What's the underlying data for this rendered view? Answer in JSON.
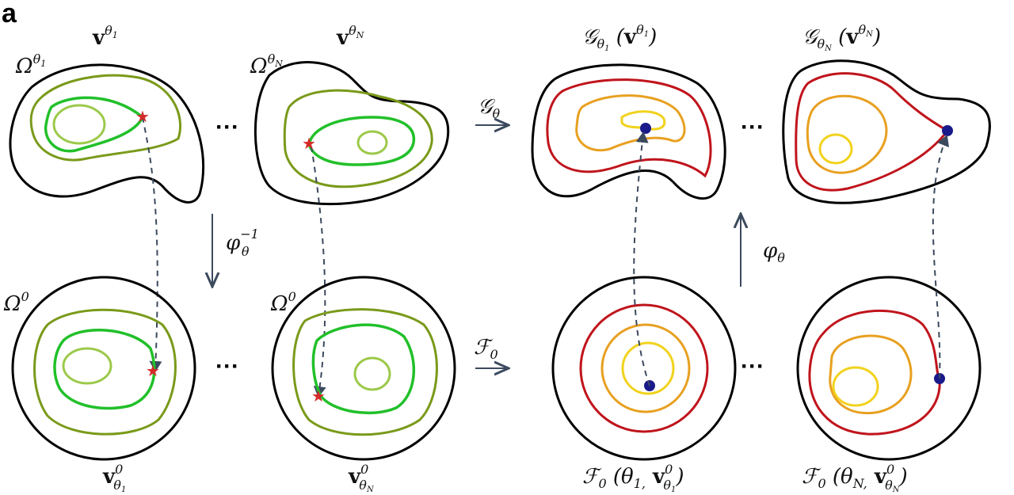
{
  "panel_label": "a",
  "colors": {
    "outline": "#000000",
    "green_outer": "#7a9a1a",
    "green_mid": "#22c02a",
    "green_inner": "#9cc94a",
    "red": "#c0141c",
    "orange": "#e8a020",
    "yellow": "#f2d21c",
    "star": "#d42a2a",
    "dot": "#1a1a8a",
    "arrow": "#3c4a5e"
  },
  "ellipsis": "···",
  "top_left": {
    "v_base": "v",
    "v_sup": "θ",
    "v_sup_sub": "1",
    "omega_base": "Ω",
    "omega_sup": "θ",
    "omega_sup_sub": "1"
  },
  "top_second": {
    "v_base": "v",
    "v_sup": "θ",
    "v_sup_sub": "N",
    "omega_base": "Ω",
    "omega_sup": "θ",
    "omega_sup_sub": "N"
  },
  "bottom_left": {
    "omega_base": "Ω",
    "omega_sup": "0",
    "v_base": "v",
    "v_sup": "0",
    "v_sub": "θ",
    "v_sub_sub": "1"
  },
  "bottom_second": {
    "omega_base": "Ω",
    "omega_sup": "0",
    "v_base": "v",
    "v_sup": "0",
    "v_sub": "θ",
    "v_sub_sub": "N"
  },
  "arrows": {
    "G": {
      "base": "𝒢",
      "sub": "θ"
    },
    "phi_inv": {
      "base": "φ",
      "sub": "θ",
      "sup": "−1"
    },
    "F": {
      "base": "ℱ",
      "sub": "0"
    },
    "phi": {
      "base": "φ",
      "sub": "θ"
    }
  },
  "top_right_1": {
    "G": "𝒢",
    "G_sub": "θ",
    "G_sub_sub": "1",
    "open": " (",
    "v": "v",
    "sup": "θ",
    "sup_sub": "1",
    "close": ")"
  },
  "top_right_2": {
    "G": "𝒢",
    "G_sub": "θ",
    "G_sub_sub": "N",
    "open": " (",
    "v": "v",
    "sup": "θ",
    "sup_sub": "N",
    "close": ")"
  },
  "bottom_right_1": {
    "F": "ℱ",
    "F_sub": "0",
    "open": " (θ",
    "theta_sub": "1,",
    "v": " v",
    "sup": "0",
    "sub": "θ",
    "sub_sub": "1",
    "close": ")"
  },
  "bottom_right_2": {
    "F": "ℱ",
    "F_sub": "0",
    "open": " (θ",
    "theta_sub": "N,",
    "v": " v",
    "sup": "0",
    "sub": "θ",
    "sub_sub": "N",
    "close": ")"
  }
}
